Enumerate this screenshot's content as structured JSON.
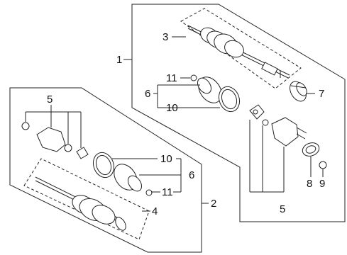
{
  "callouts": {
    "c1": "1",
    "c2": "2",
    "c3": "3",
    "c4": "4",
    "c5_left": "5",
    "c5_right": "5",
    "c6_left": "6",
    "c6_right": "6",
    "c7": "7",
    "c8": "8",
    "c9": "9",
    "c10_upper": "10",
    "c10_lower": "10",
    "c11_upper": "11",
    "c11_lower": "11"
  }
}
